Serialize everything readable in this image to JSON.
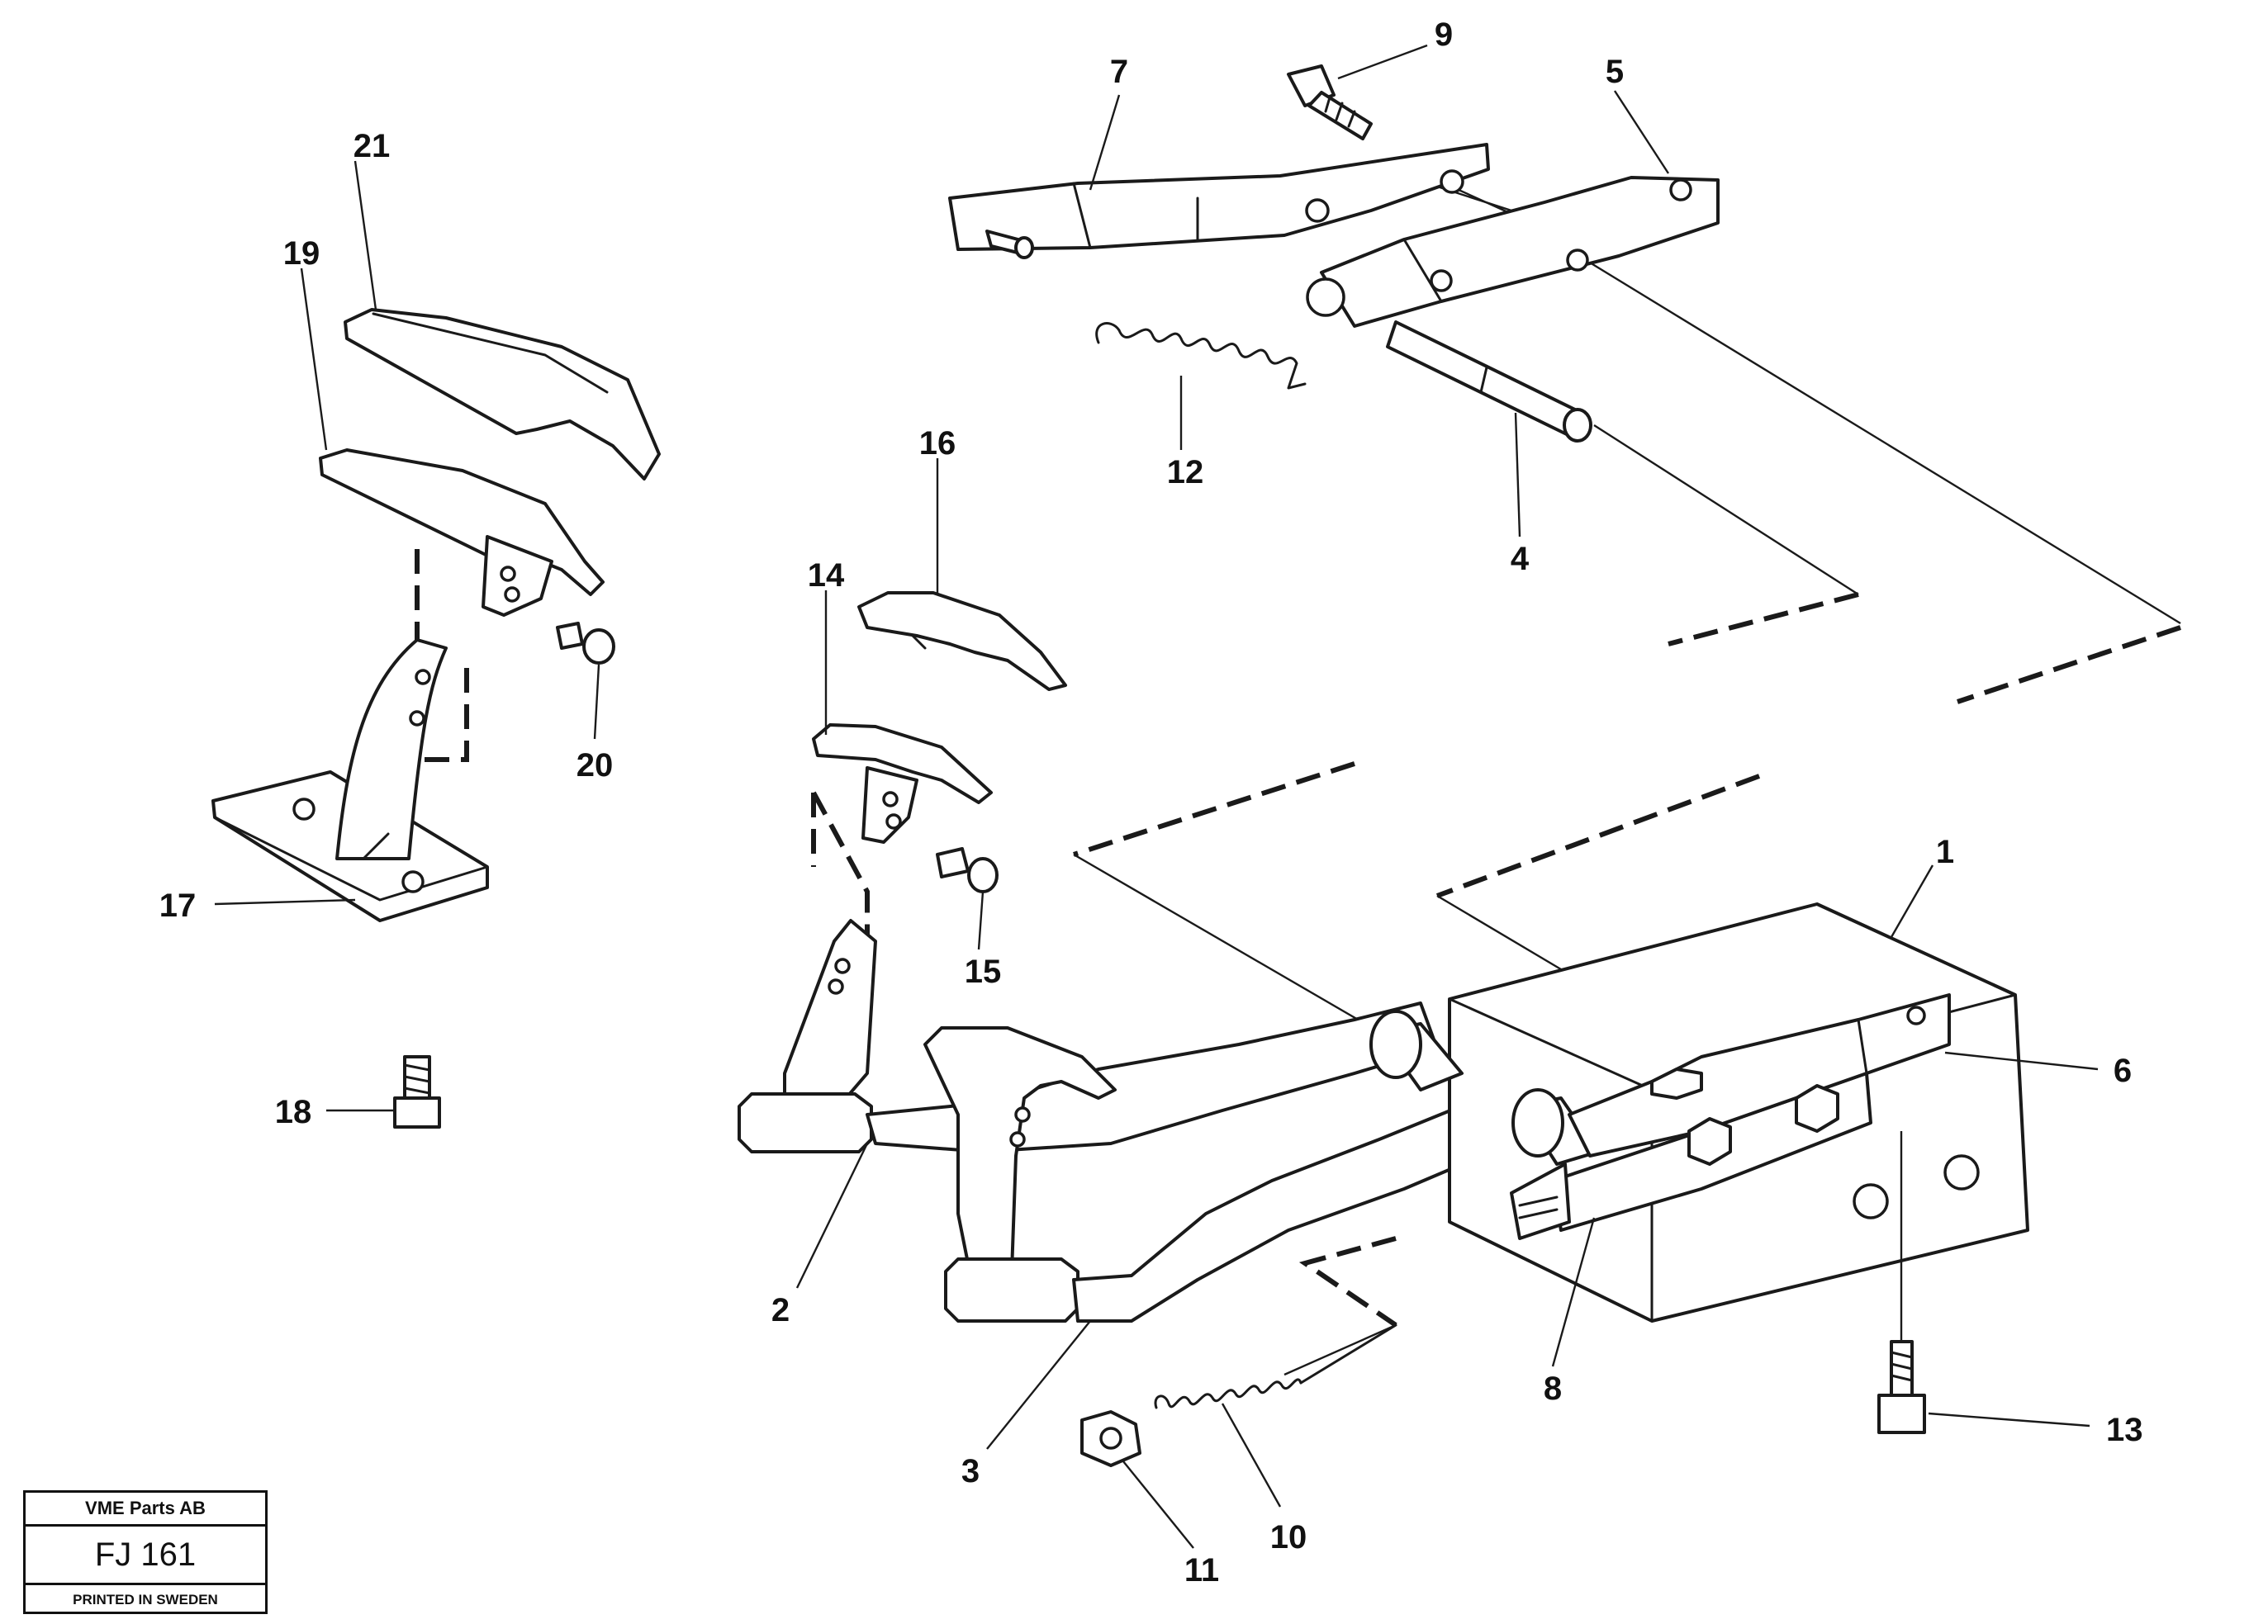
{
  "callouts": [
    {
      "id": "1",
      "text": "1"
    },
    {
      "id": "2",
      "text": "2"
    },
    {
      "id": "3",
      "text": "3"
    },
    {
      "id": "4",
      "text": "4"
    },
    {
      "id": "5",
      "text": "5"
    },
    {
      "id": "6",
      "text": "6"
    },
    {
      "id": "7",
      "text": "7"
    },
    {
      "id": "8",
      "text": "8"
    },
    {
      "id": "9",
      "text": "9"
    },
    {
      "id": "10",
      "text": "10"
    },
    {
      "id": "11",
      "text": "11"
    },
    {
      "id": "12",
      "text": "12"
    },
    {
      "id": "13",
      "text": "13"
    },
    {
      "id": "14",
      "text": "14"
    },
    {
      "id": "15",
      "text": "15"
    },
    {
      "id": "16",
      "text": "16"
    },
    {
      "id": "17",
      "text": "17"
    },
    {
      "id": "18",
      "text": "18"
    },
    {
      "id": "19",
      "text": "19"
    },
    {
      "id": "20",
      "text": "20"
    },
    {
      "id": "21",
      "text": "21"
    }
  ],
  "title_block": {
    "company": "VME Parts AB",
    "code": "FJ 161",
    "printed": "PRINTED IN SWEDEN"
  }
}
